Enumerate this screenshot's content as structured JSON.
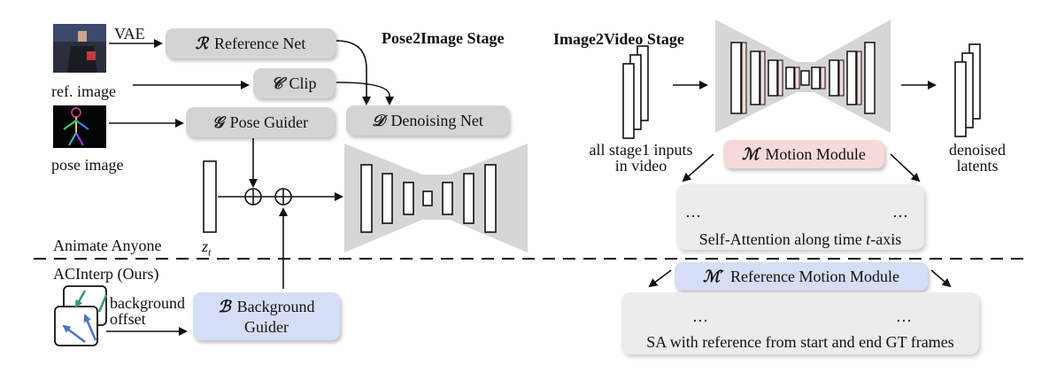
{
  "stages": {
    "pose2image": "Pose2Image Stage",
    "image2video": "Image2Video Stage"
  },
  "inputs": {
    "vae": "VAE",
    "ref_image": "ref. image",
    "pose_image": "pose image",
    "background_offset_line1": "background",
    "background_offset_line2": "offset",
    "stage1_line1": "all stage1 inputs",
    "stage1_line2": "in video",
    "denoised_line1": "denoised",
    "denoised_line2": "latents",
    "zt_base": "z",
    "zt_sub": "t"
  },
  "modules": {
    "reference_net": {
      "symbol": "ℛ",
      "label": "Reference Net"
    },
    "clip": {
      "symbol": "𝒞",
      "label": "Clip"
    },
    "pose_guider": {
      "symbol": "𝒢",
      "label": "Pose Guider"
    },
    "denoising_net": {
      "symbol": "𝒟",
      "label": "Denoising Net"
    },
    "background_guider": {
      "symbol": "ℬ",
      "label_line1": "Background",
      "label_line2": "Guider"
    },
    "motion_module": {
      "symbol": "ℳ",
      "label": "Motion Module"
    },
    "ref_motion_module": {
      "symbol": "ℳ′",
      "label": "Reference Motion Module"
    }
  },
  "panels": {
    "self_attention": "Self-Attention along time t-axis",
    "self_attention_pre": "Self-Attention along time ",
    "self_attention_t": "t",
    "self_attention_post": "-axis",
    "sa_reference": "SA with reference from start and end GT frames",
    "ellipsis": "…"
  },
  "sections": {
    "animate_anyone": "Animate Anyone",
    "acinterp": "ACInterp (Ours)"
  },
  "colors": {
    "module_gray": "#d4d4d4",
    "motion_pink": "#f6dada",
    "guider_blue": "#d5def5",
    "offset_green": "#3a9a6a",
    "offset_blue": "#4a74c8"
  }
}
